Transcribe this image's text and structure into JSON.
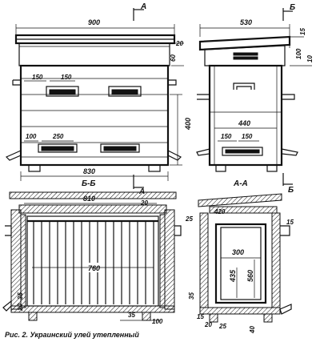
{
  "caption": "Рис. 2. Украинский улей утепленный",
  "section_labels": {
    "a": "А",
    "b": "Б",
    "section_bb": "Б-Б",
    "section_aa": "А-А"
  },
  "dimensions": {
    "front_width": "900",
    "front_lower_width": "830",
    "front_height": "400",
    "roof_20": "20",
    "roof_60": "60",
    "entrance_150a": "150",
    "entrance_150b": "150",
    "entrance_100": "100",
    "entrance_250": "250",
    "side_width": "530",
    "side_15": "15",
    "side_100": "100",
    "side_10": "10",
    "side_440": "440",
    "side_150a": "150",
    "side_150b": "150",
    "bb_810": "810",
    "bb_20": "20",
    "bb_760": "760",
    "bb_35a": "35",
    "bb_35b": "35",
    "bb_100": "100",
    "bb_20b": "20",
    "aa_420": "420",
    "aa_25": "25",
    "aa_15a": "15",
    "aa_300": "300",
    "aa_435": "435",
    "aa_560": "560",
    "aa_35": "35",
    "aa_15b": "15",
    "aa_20": "20",
    "aa_25b": "25",
    "aa_40": "40"
  }
}
